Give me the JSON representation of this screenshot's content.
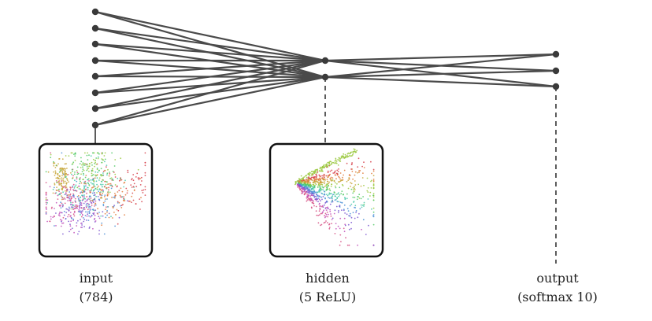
{
  "network": {
    "layers": [
      {
        "name": "input",
        "detail": "(784)",
        "shown_units": 8,
        "has_embedding": true
      },
      {
        "name": "hidden",
        "detail": "(5 ReLU)",
        "shown_units": 2,
        "has_embedding": true
      },
      {
        "name": "output",
        "detail": "(softmax 10)",
        "shown_units": 3,
        "has_embedding": false
      }
    ],
    "connectivity": "fully-connected"
  },
  "colors": {
    "node": "#3a3a3a",
    "edge": "#4a4a4a",
    "box_border": "#111111",
    "text": "#222222",
    "embedding_palette": [
      "#d6404a",
      "#e07a3a",
      "#c8a63a",
      "#9bc940",
      "#4fc864",
      "#45c8a8",
      "#4a8fd6",
      "#7a55d0",
      "#c24fb8",
      "#d64f82"
    ]
  }
}
